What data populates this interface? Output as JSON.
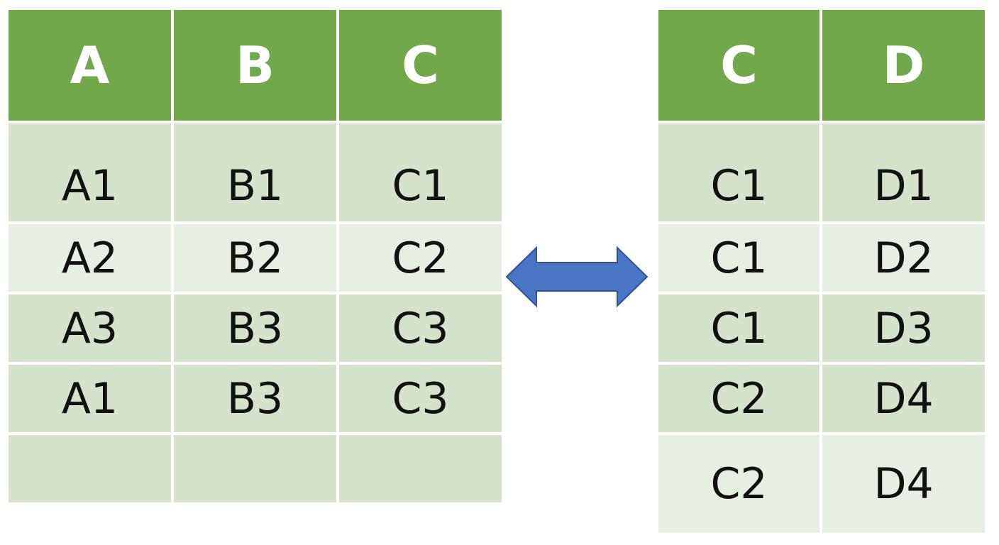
{
  "left_table": {
    "headers": [
      "A",
      "B",
      "C"
    ],
    "rows": [
      [
        "A1",
        "B1",
        "C1"
      ],
      [
        "A2",
        "B2",
        "C2"
      ],
      [
        "A3",
        "B3",
        "C3"
      ],
      [
        "A1",
        "B3",
        "C3"
      ],
      [
        "",
        "",
        ""
      ]
    ]
  },
  "right_table": {
    "headers": [
      "C",
      "D"
    ],
    "rows": [
      [
        "C1",
        "D1"
      ],
      [
        "C1",
        "D2"
      ],
      [
        "C1",
        "D3"
      ],
      [
        "C2",
        "D4"
      ],
      [
        "C2",
        "D4"
      ]
    ]
  },
  "colors": {
    "header": "#71a84a",
    "row_dark": "#d5e3cd",
    "row_light": "#e7efe2",
    "arrow_fill": "#4a74c4",
    "arrow_stroke": "#2f5597"
  },
  "arrow": {
    "icon": "double-headed-arrow-icon"
  }
}
